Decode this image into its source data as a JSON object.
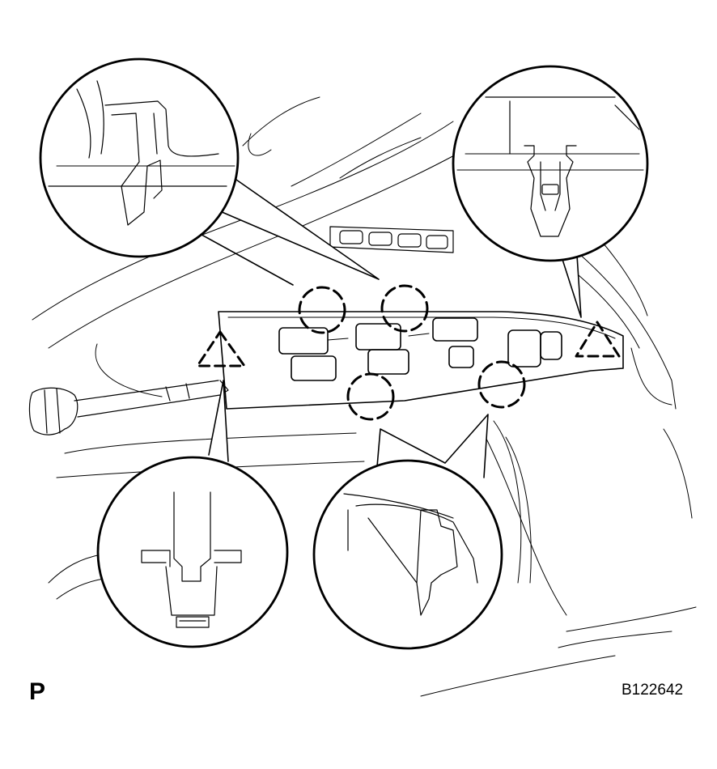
{
  "diagram": {
    "corner_letter": "P",
    "figure_id": "B122642",
    "detail_views": [
      {
        "name": "upper-left-claw-detail"
      },
      {
        "name": "upper-right-clip-detail"
      },
      {
        "name": "lower-left-clip-detail"
      },
      {
        "name": "lower-right-claw-detail"
      }
    ],
    "claw_markers": 4,
    "clip_markers": 2,
    "colors": {
      "ink": "#000000",
      "paper": "#ffffff"
    }
  }
}
